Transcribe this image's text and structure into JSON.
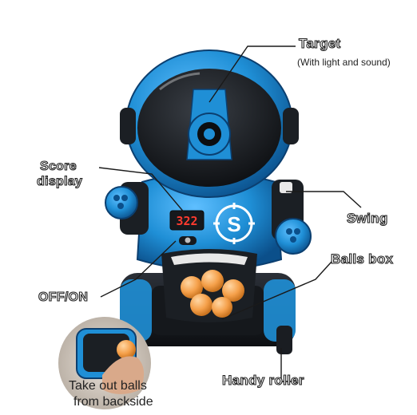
{
  "labels": {
    "target": "Target",
    "target_note": "(With light and sound)",
    "score_line1": "Score",
    "score_line2": "display",
    "swing": "Swing",
    "balls_box": "Balls box",
    "off_on": "OFF/ON",
    "take_out_line1": "Take out balls",
    "take_out_line2": "from backside",
    "handy_roller": "Handy roller"
  },
  "score_readout": "322",
  "colors": {
    "robot_blue": "#1f8fd6",
    "robot_dark": "#1b1f24",
    "ball_orange": "#f5a04a",
    "display_red": "#ff3b2f"
  }
}
